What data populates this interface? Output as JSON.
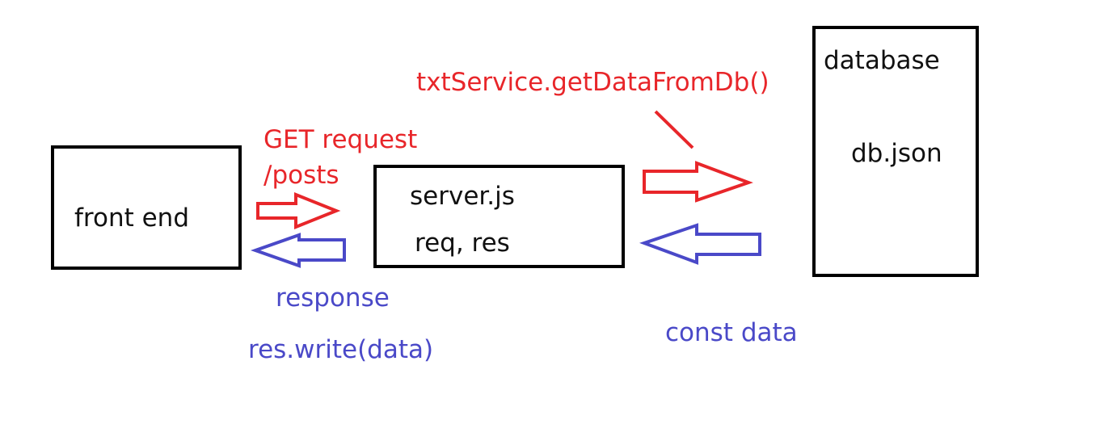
{
  "frontend": {
    "label": "front end"
  },
  "server": {
    "title": "server.js",
    "params": "req, res"
  },
  "database": {
    "title": "database",
    "file": "db.json"
  },
  "request": {
    "line1": "GET request",
    "line2": "/posts"
  },
  "response": {
    "line1": "response",
    "line2": "res.write(data)"
  },
  "service_call": {
    "label": "txtService.getDataFromDb()"
  },
  "db_return": {
    "label": "const data"
  },
  "colors": {
    "request": "#e8262a",
    "response": "#4a49c8",
    "box": "#000000"
  }
}
